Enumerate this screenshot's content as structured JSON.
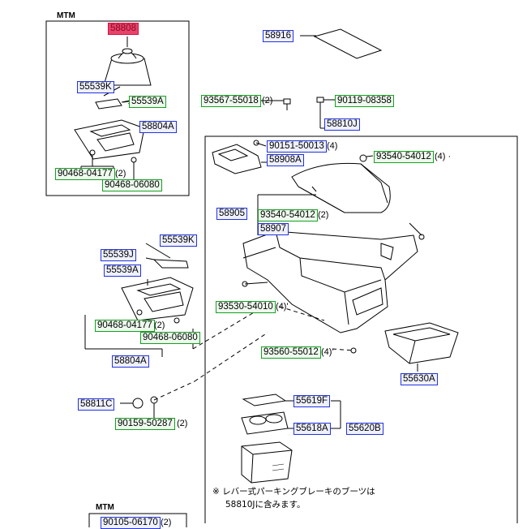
{
  "section_label_top": "MTM",
  "section_label_bottom": "MTM",
  "parts": {
    "p58808": "58808",
    "p55539K_top": "55539K",
    "p55539A_top": "55539A",
    "p58804A_top": "58804A",
    "p90468_04177_top": "90468-04177",
    "p90468_06080_top": "90468-06080",
    "p58916": "58916",
    "p93567": "93567-55018",
    "p90119": "90119-08358",
    "p58810J": "58810J",
    "p90151": "90151-50013",
    "p58908A": "58908A",
    "p93540_a": "93540-54012",
    "p58905": "58905",
    "p93540_b": "93540-54012",
    "p58907": "58907",
    "p55539J": "55539J",
    "p55539K_mid": "55539K",
    "p55539A_mid": "55539A",
    "p93530": "93530-54010",
    "p90468_04177_mid": "90468-04177",
    "p90468_06080_mid": "90468-06080",
    "p58804A_mid": "58804A",
    "p93560": "93560-55012",
    "p55630A": "55630A",
    "p58811C": "58811C",
    "p90159": "90159-50287",
    "p55619F": "55619F",
    "p55618A": "55618A",
    "p55620B": "55620B",
    "p90105": "90105-06170"
  },
  "qty": {
    "two": "(2)",
    "four": "(4)",
    "four_dot": "(4) ·",
    "four_prime": "(4)'"
  },
  "note": {
    "line1": "※ レバー式パーキングブレーキのブーツは",
    "line2": "58810Jに含みます。"
  },
  "colors": {
    "blue_border": "#2233dd",
    "green_border": "#15a020",
    "red_fill": "#e8426a"
  }
}
